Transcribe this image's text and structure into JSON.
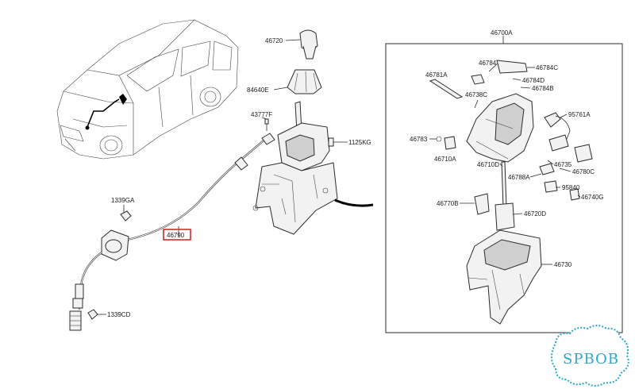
{
  "diagram": {
    "group_label": "46700A",
    "highlighted_part": "46790",
    "highlight_color": "#d11f1f",
    "labels": {
      "p46720": "46720",
      "p84640E": "84640E",
      "p43777F": "43777F",
      "p1125KG": "1125KG",
      "p1339GA": "1339GA",
      "p46790": "46790",
      "p1339CD": "1339CD",
      "p46784": "46784",
      "p46784C": "46784C",
      "p46781A": "46781A",
      "p46784D": "46784D",
      "p46784B": "46784B",
      "p46738C": "46738C",
      "p95761A": "95761A",
      "p46783": "46783",
      "p46710D": "46710D",
      "p46735": "46735",
      "p46710A": "46710A",
      "p46780C": "46780C",
      "p46788A": "46788A",
      "p95840": "95840",
      "p46740G": "46740G",
      "p46770B": "46770B",
      "p46720D": "46720D",
      "p46730": "46730"
    }
  },
  "watermark": {
    "text": "SPBOB",
    "color": "#2aa9c9"
  }
}
